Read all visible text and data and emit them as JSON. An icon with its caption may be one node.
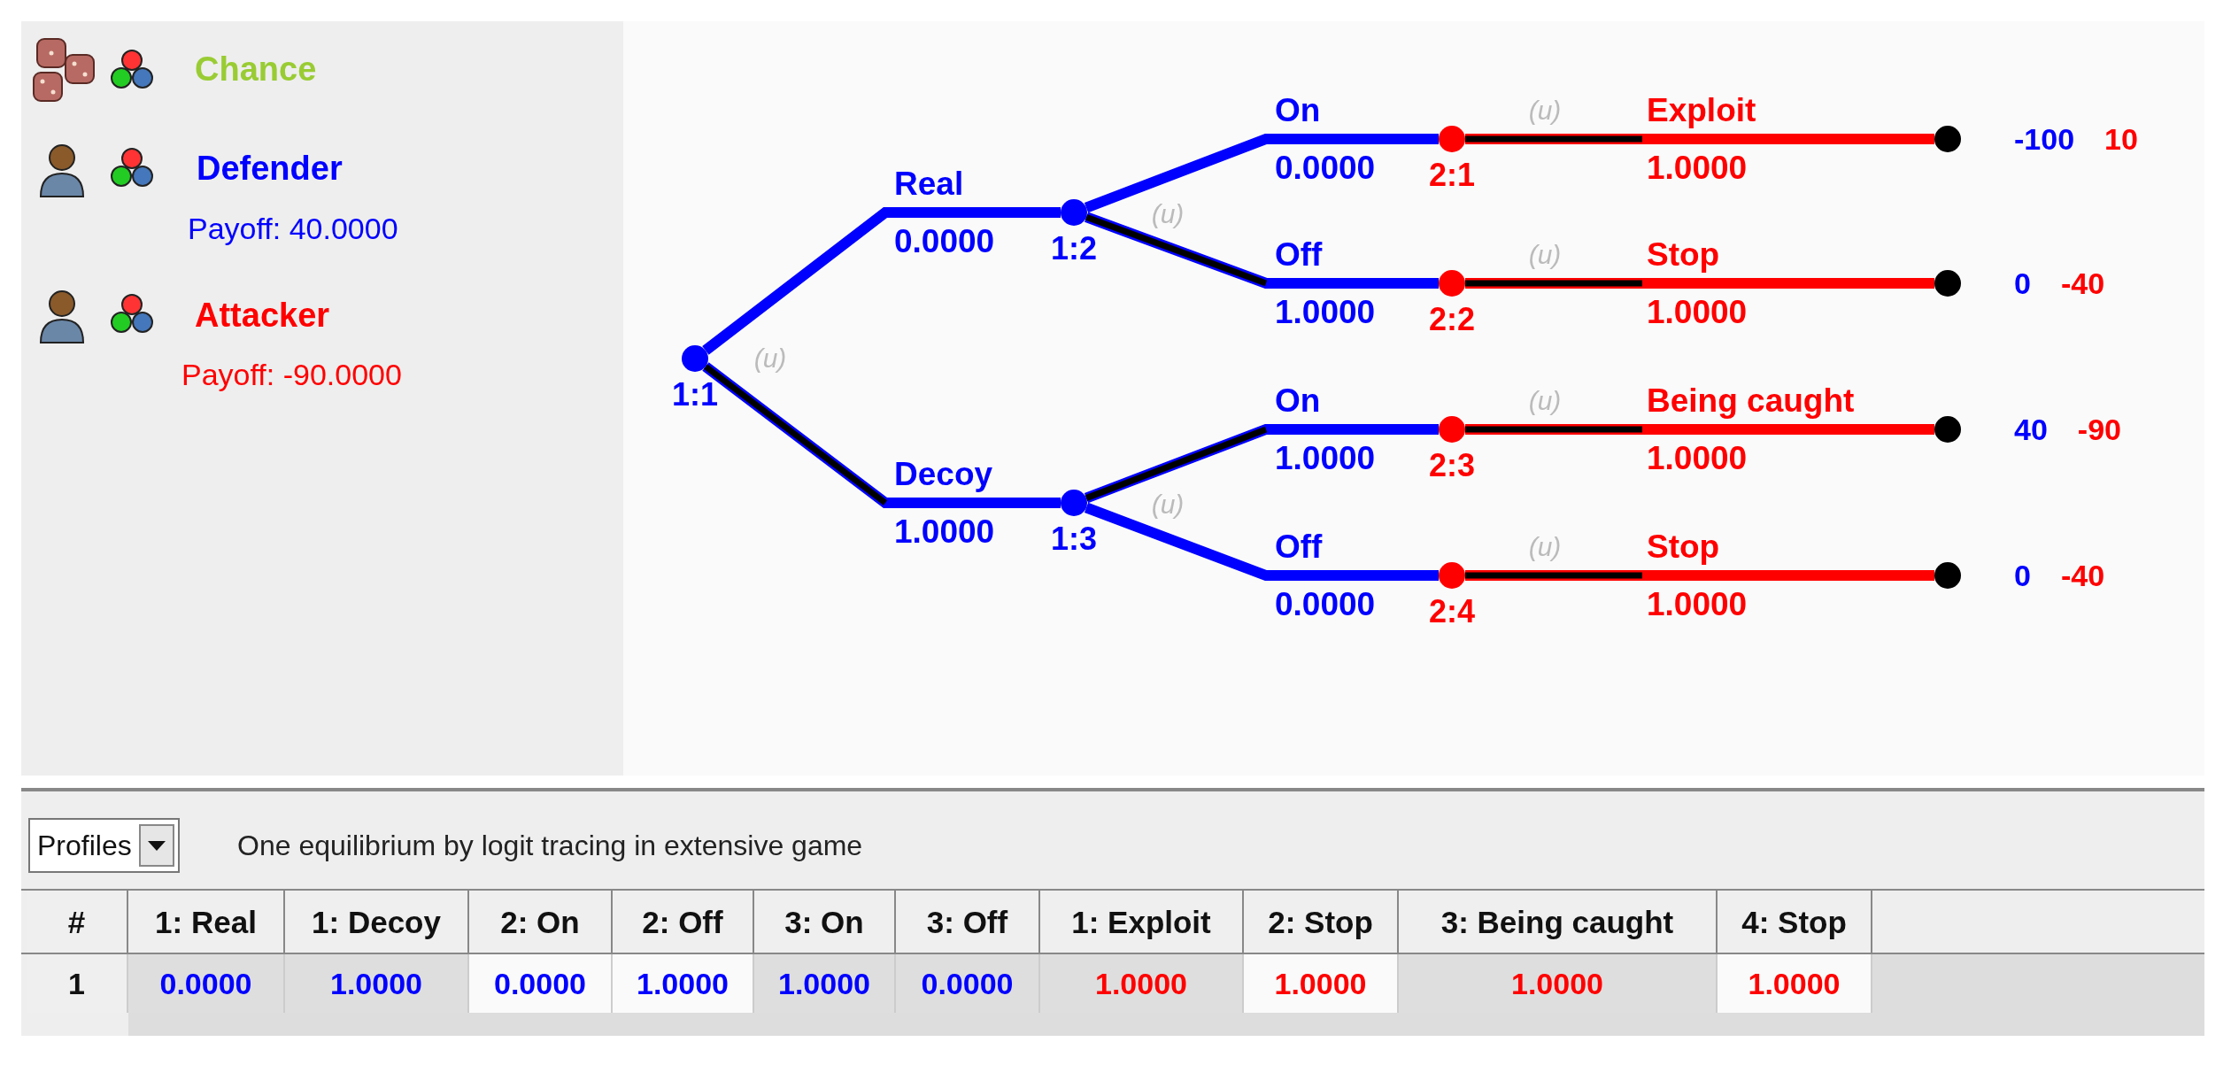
{
  "diagram": {
    "nodes": [
      {
        "text": [],
        "shape": "circle",
        "beside": [
          "1:1"
        ]
      },
      {
        "text": [],
        "shape": "circle",
        "beside": [
          "1:2"
        ]
      },
      {
        "text": [],
        "shape": "circle",
        "beside": [
          "1:3"
        ]
      },
      {
        "text": [],
        "shape": "circle",
        "beside": [
          "2:1"
        ]
      },
      {
        "text": [],
        "shape": "circle",
        "beside": [
          "2:2"
        ]
      },
      {
        "text": [],
        "shape": "circle",
        "beside": [
          "2:3"
        ]
      },
      {
        "text": [],
        "shape": "circle",
        "beside": [
          "2:4"
        ]
      },
      {
        "text": [],
        "shape": "circle",
        "beside": [
          "-100",
          "10"
        ]
      },
      {
        "text": [],
        "shape": "circle",
        "beside": [
          "0",
          "-40"
        ]
      },
      {
        "text": [],
        "shape": "circle",
        "beside": [
          "40",
          "-90"
        ]
      },
      {
        "text": [],
        "shape": "circle",
        "beside": [
          "0",
          "-40"
        ]
      }
    ],
    "edges": [
      {
        "from": 0,
        "to": 1,
        "arrow": "none",
        "label": "Real"
      },
      {
        "from": 0,
        "to": 2,
        "arrow": "none",
        "label": "Decoy"
      },
      {
        "from": 1,
        "to": 3,
        "arrow": "none",
        "label": "On"
      },
      {
        "from": 1,
        "to": 4,
        "arrow": "none",
        "label": "Off"
      },
      {
        "from": 2,
        "to": 5,
        "arrow": "none",
        "label": "On"
      },
      {
        "from": 2,
        "to": 6,
        "arrow": "none",
        "label": "Off"
      },
      {
        "from": 3,
        "to": 7,
        "arrow": "none",
        "label": "Exploit",
        "color": "#ff0000"
      },
      {
        "from": 4,
        "to": 8,
        "arrow": "none",
        "label": "Stop",
        "color": "#ff0000"
      },
      {
        "from": 5,
        "to": 9,
        "arrow": "none",
        "label": "Being caught",
        "color": "#ff0000"
      },
      {
        "from": 6,
        "to": 10,
        "arrow": "none",
        "label": "Stop",
        "color": "#ff0000"
      }
    ],
    "labels": [
      "Chance",
      "Defender",
      "Payoff: 40.0000",
      "Attacker",
      "Payoff: -90.0000",
      "0.0000",
      "1.0000",
      "0.0000",
      "1.0000",
      "1.0000",
      "0.0000",
      "1.0000",
      "1.0000",
      "1.0000",
      "1.0000",
      "(u)",
      "(u)",
      "(u)",
      "(u)",
      "(u)",
      "(u)",
      "(u)",
      "Profiles",
      "One equilibrium by logit tracing in extensive game",
      "#",
      "1: Real",
      "1: Decoy",
      "2: On",
      "2: Off",
      "3: On",
      "3: Off",
      "1: Exploit",
      "2: Stop",
      "3: Being caught",
      "4: Stop",
      "1",
      "0.0000",
      "1.0000",
      "0.0000",
      "1.0000",
      "1.0000",
      "0.0000",
      "1.0000",
      "1.0000",
      "1.0000",
      "1.0000"
    ]
  }
}
